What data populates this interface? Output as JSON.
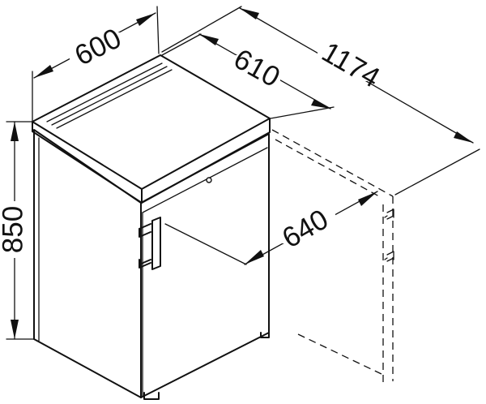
{
  "diagram": {
    "dimensions": {
      "width": "600",
      "depth": "610",
      "depth_door_open": "1174",
      "depth_wall": "640",
      "height": "850"
    },
    "colors": {
      "line": "#111111",
      "background": "#ffffff"
    }
  }
}
